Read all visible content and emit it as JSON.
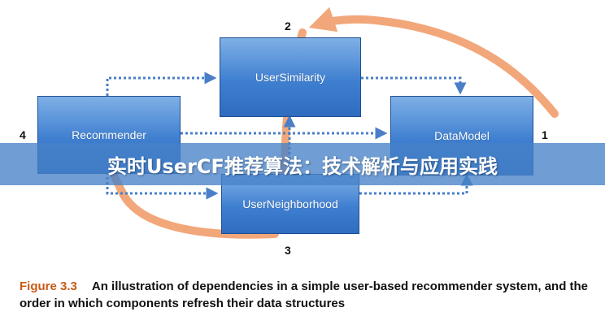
{
  "nodes": {
    "user_similarity": "UserSimilarity",
    "recommender": "Recommender",
    "data_model": "DataModel",
    "user_neighborhood": "UserNeighborhood"
  },
  "numbers": {
    "n1": "1",
    "n2": "2",
    "n3": "3",
    "n4": "4"
  },
  "banner_text": "实时UserCF推荐算法：技术解析与应用实践",
  "caption": {
    "figure_label": "Figure 3.3",
    "text": "An illustration of dependencies in a simple user-based recommender system, and the order in which components refresh their data structures"
  },
  "colors": {
    "box_blue": "#3f7fd0",
    "dotted_arrow": "#4a7fc8",
    "refresh_arrow": "#f2a77a",
    "figure_label": "#c85a16"
  }
}
